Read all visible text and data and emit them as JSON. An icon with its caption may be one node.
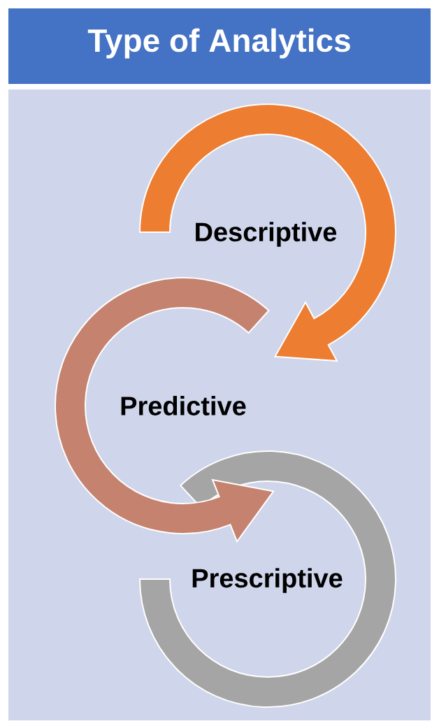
{
  "diagram": {
    "title": "Type of Analytics",
    "nodes": [
      {
        "text": [
          "Descriptive"
        ]
      },
      {
        "text": [
          "Predictive"
        ]
      },
      {
        "text": [
          "Prescriptive"
        ]
      }
    ],
    "edges": [
      {
        "from": 0,
        "to": 1,
        "arrow": "to"
      },
      {
        "from": 1,
        "to": 2,
        "arrow": "to"
      }
    ]
  }
}
